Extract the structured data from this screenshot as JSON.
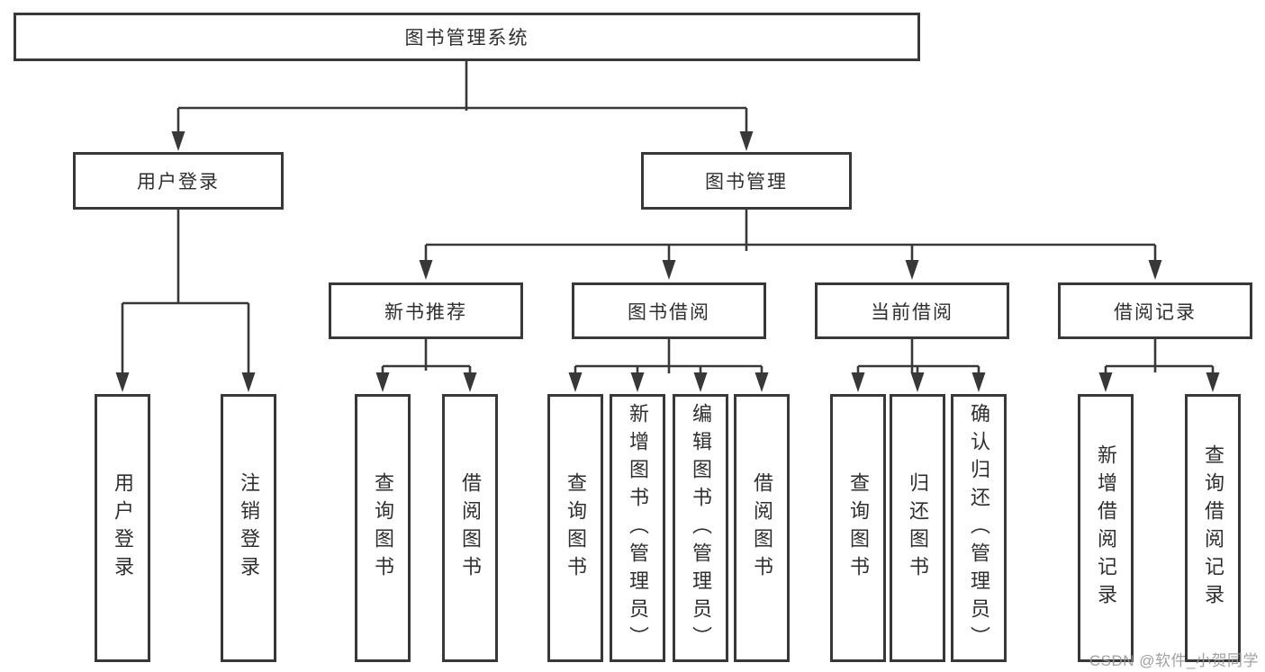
{
  "diagram": {
    "root": {
      "label": "图书管理系统"
    },
    "level2": [
      {
        "id": "user-login",
        "label": "用户登录"
      },
      {
        "id": "book-management",
        "label": "图书管理"
      }
    ],
    "level3": [
      {
        "id": "new-book-recommend",
        "label": "新书推荐"
      },
      {
        "id": "book-borrowing",
        "label": "图书借阅"
      },
      {
        "id": "current-borrowing",
        "label": "当前借阅"
      },
      {
        "id": "borrowing-records",
        "label": "借阅记录"
      }
    ],
    "level4": [
      {
        "id": "leaf-user-login",
        "label": "用户登录"
      },
      {
        "id": "leaf-logout",
        "label": "注销登录"
      },
      {
        "id": "leaf-query-books-recommend",
        "label": "查询图书"
      },
      {
        "id": "leaf-borrow-books-recommend",
        "label": "借阅图书"
      },
      {
        "id": "leaf-query-books-borrowing",
        "label": "查询图书"
      },
      {
        "id": "leaf-add-book-admin",
        "label": "新增图书（管理员）"
      },
      {
        "id": "leaf-edit-book-admin",
        "label": "编辑图书（管理员）"
      },
      {
        "id": "leaf-borrow-books-borrowing",
        "label": "借阅图书"
      },
      {
        "id": "leaf-query-books-current",
        "label": "查询图书"
      },
      {
        "id": "leaf-return-books",
        "label": "归还图书"
      },
      {
        "id": "leaf-confirm-return-admin",
        "label": "确认归还（管理员）"
      },
      {
        "id": "leaf-add-borrow-record",
        "label": "新增借阅记录"
      },
      {
        "id": "leaf-query-borrow-record",
        "label": "查询借阅记录"
      }
    ],
    "watermark": "CSDN @软件_小贺同学",
    "colors": {
      "line": "#383838",
      "text": "#2f2f2f",
      "watermark": "#969696",
      "background": "#ffffff"
    }
  }
}
